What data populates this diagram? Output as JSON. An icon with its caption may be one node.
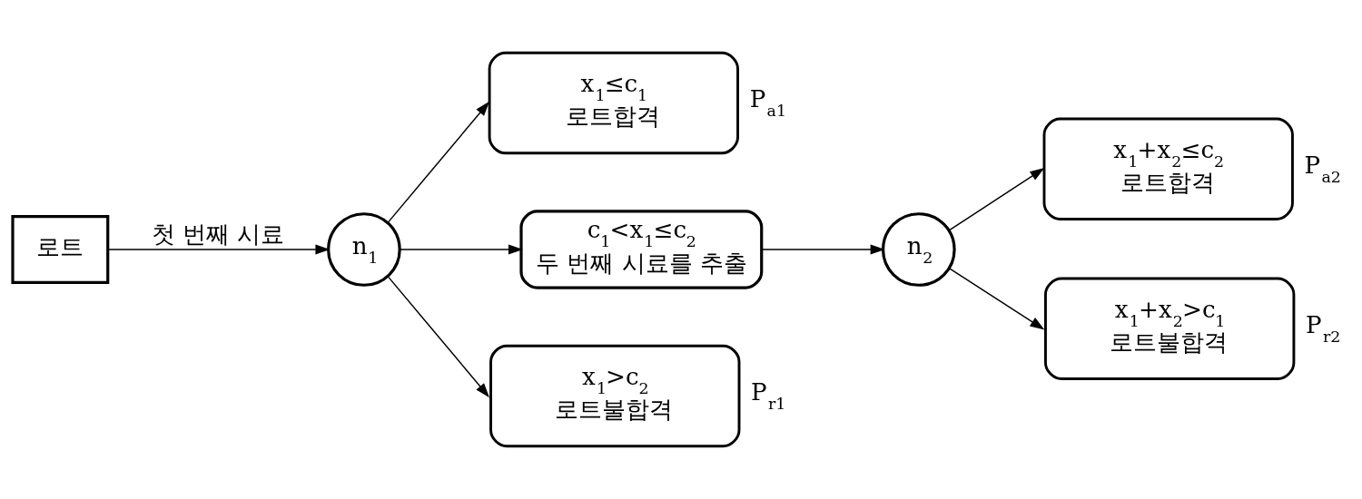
{
  "diagram": {
    "nodes": [
      {
        "text": [
          "로트"
        ]
      },
      {
        "text": [
          "n$_{1}$"
        ]
      },
      {
        "text": [
          "x$_{1}$≤c$_{1}$ 로트합격"
        ],
        "beside": [
          "P$_{a1}$"
        ]
      },
      {
        "text": [
          "c$_{1}$<x$_{1}$≤c$_{2}$ 두 번째 시료를 추출"
        ]
      },
      {
        "text": [
          "x$_{1}$>c$_{2}$ 로트불합격"
        ],
        "beside": [
          "P$_{r1}$"
        ]
      },
      {
        "text": [
          "n$_{2}$"
        ]
      },
      {
        "text": [
          "x$_{1}$+x$_{2}$≤c$_{2}$ 로트합격"
        ],
        "beside": [
          "P$_{a2}$"
        ]
      },
      {
        "text": [
          "x$_{1}$+x$_{2}$>c$_{1}$ 로트불합격"
        ],
        "beside": [
          "P$_{r2}$"
        ]
      }
    ],
    "edges": [
      {
        "from": 0,
        "to": 1,
        "arrow": "to",
        "label": "첫 번째 시료"
      },
      {
        "from": 1,
        "to": 2,
        "arrow": "to"
      },
      {
        "from": 1,
        "to": 3,
        "arrow": "to"
      },
      {
        "from": 1,
        "to": 4,
        "arrow": "to"
      },
      {
        "from": 3,
        "to": 5,
        "arrow": "to"
      },
      {
        "from": 5,
        "to": 6,
        "arrow": "to"
      },
      {
        "from": 5,
        "to": 7,
        "arrow": "to"
      }
    ]
  }
}
